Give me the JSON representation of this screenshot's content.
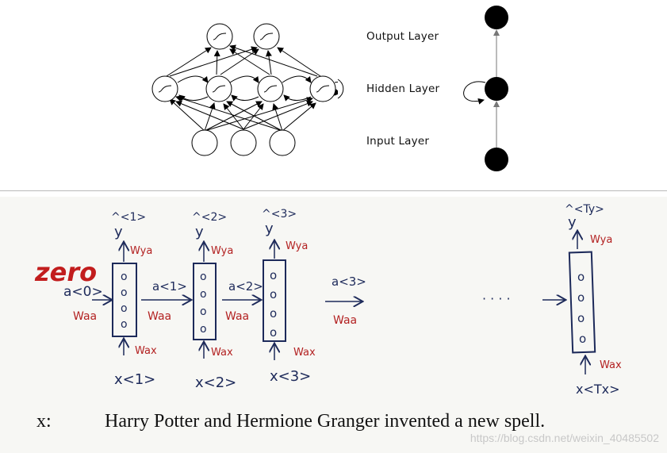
{
  "top": {
    "labels": {
      "output": "Output Layer",
      "hidden": "Hidden Layer",
      "input": "Input Layer"
    }
  },
  "bottom": {
    "zero_note": "zero",
    "a0": "a<0>",
    "units": [
      {
        "y": "^ <1>\ny",
        "x": "x<1>",
        "wya": "Wya",
        "wax": "Wax",
        "waa": "Waa",
        "cells": [
          "o",
          "o",
          "o",
          "o"
        ]
      },
      {
        "y": "^ <2>\ny",
        "x": "x<2>",
        "wya": "Wya",
        "wax": "Wax",
        "waa": "Waa",
        "cells": [
          "o",
          "o",
          "o",
          "o"
        ]
      },
      {
        "y": "^ <3>\ny",
        "x": "x<3>",
        "wya": "Wya",
        "wax": "Wax",
        "cells": [
          "o",
          "o",
          "o",
          "o"
        ]
      },
      {
        "y": "^ <Ty>\ny",
        "x": "x<Tx>",
        "wya": "Wya",
        "wax": "Wax",
        "cells": [
          "o",
          "o",
          "o",
          "o"
        ]
      }
    ],
    "arrows": [
      {
        "a": "a<1>"
      },
      {
        "a": "a<2>"
      },
      {
        "a": "a<3>",
        "w": "Waa"
      }
    ],
    "ellipsis": "· · · ·",
    "sentence_label": "x:",
    "sentence": "Harry Potter and Hermione Granger invented a new spell."
  },
  "watermark": "https://blog.csdn.net/weixin_40485502",
  "colors": {
    "ink": "#1d2a5a",
    "red": "#b32222",
    "node": "#000000"
  }
}
